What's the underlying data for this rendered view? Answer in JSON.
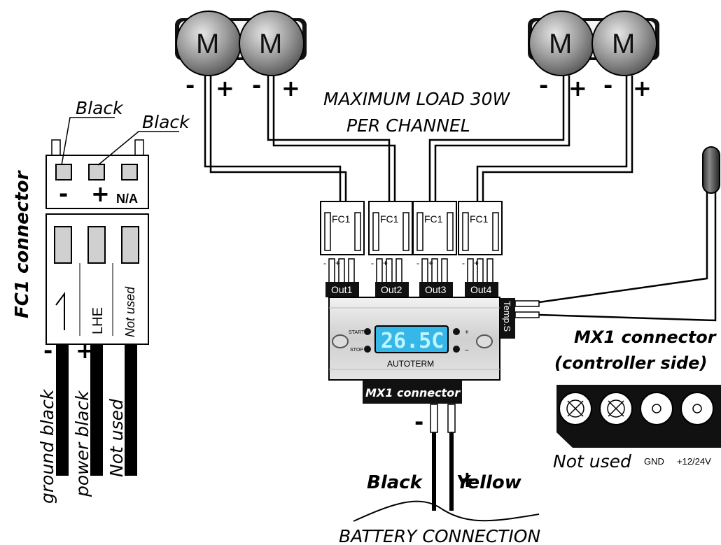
{
  "diagram": {
    "header": {
      "load_line1": "MAXIMUM LOAD 30W",
      "load_line2": "PER CHANNEL"
    },
    "motors": [
      {
        "label": "M",
        "minus": "-",
        "plus": "+"
      },
      {
        "label": "M",
        "minus": "-",
        "plus": "+"
      },
      {
        "label": "M",
        "minus": "-",
        "plus": "+"
      },
      {
        "label": "M",
        "minus": "-",
        "plus": "+"
      }
    ],
    "fc1_plugs": [
      "FC1",
      "FC1",
      "FC1",
      "FC1"
    ],
    "outputs": [
      "Out1",
      "Out2",
      "Out3",
      "Out4"
    ],
    "pin_signs": {
      "minus": "-",
      "plus": "+"
    },
    "controller": {
      "brand": "AUTOTERM",
      "display": "26.5C",
      "start": "START",
      "stop": "STOP",
      "plus": "+",
      "minus": "–",
      "temp_sensor": "Temp.S",
      "mx1_label": "MX1 connector"
    },
    "battery": {
      "minus": "-",
      "plus": "+",
      "black": "Black",
      "yellow": "Yellow",
      "label": "BATTERY CONNECTION"
    },
    "fc1_connector": {
      "title": "FC1 connector",
      "wire_black_1": "Black",
      "wire_black_2": "Black",
      "pin_minus": "-",
      "pin_plus": "+",
      "pin_na": "N/A",
      "marking_lhe": "LHE",
      "marking_not_used": "Not used",
      "lead_minus": "-",
      "lead_plus": "+",
      "wire_ground": "ground black",
      "wire_power": "power black",
      "wire_not_used": "Not used"
    },
    "mx1_connector": {
      "title_line1": "MX1 connector",
      "title_line2": "(controller side)",
      "not_used": "Not used",
      "gnd": "GND",
      "supply": "+12/24V"
    }
  }
}
